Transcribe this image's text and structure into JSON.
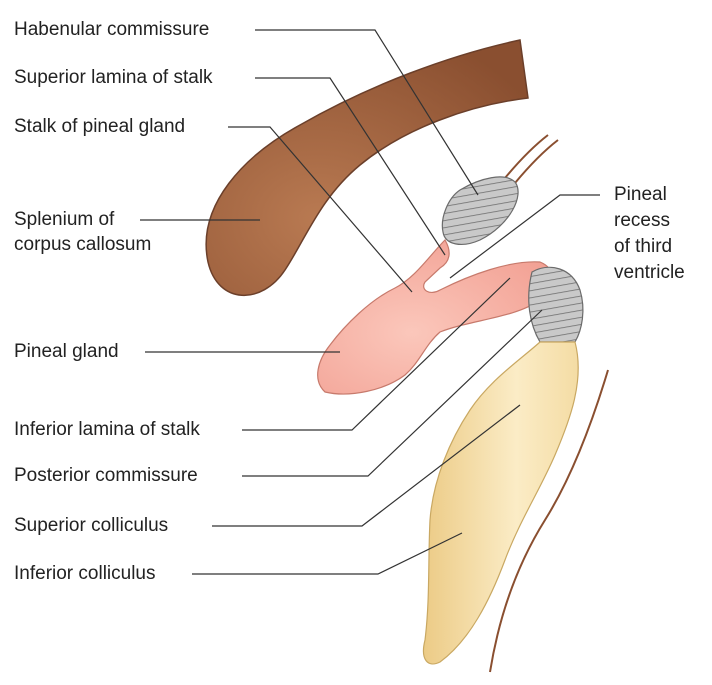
{
  "labels": {
    "habenular_commissure": "Habenular commissure",
    "superior_lamina": "Superior lamina of stalk",
    "stalk": "Stalk of pineal gland",
    "splenium_line1": "Splenium of",
    "splenium_line2": "corpus callosum",
    "pineal_gland": "Pineal gland",
    "inferior_lamina": "Inferior lamina of stalk",
    "posterior_commissure": "Posterior commissure",
    "superior_colliculus": "Superior colliculus",
    "inferior_colliculus": "Inferior colliculus",
    "pineal_recess_line1": "Pineal",
    "pineal_recess_line2": "recess",
    "pineal_recess_line3": "of third",
    "pineal_recess_line4": "ventricle"
  },
  "colors": {
    "splenium": "#9a5a36",
    "pineal": "#f6b0a4",
    "commissure": "#b5b5b5",
    "colliculus": "#f7e3b0",
    "outline": "#6b3f2a",
    "leader": "#333333"
  }
}
